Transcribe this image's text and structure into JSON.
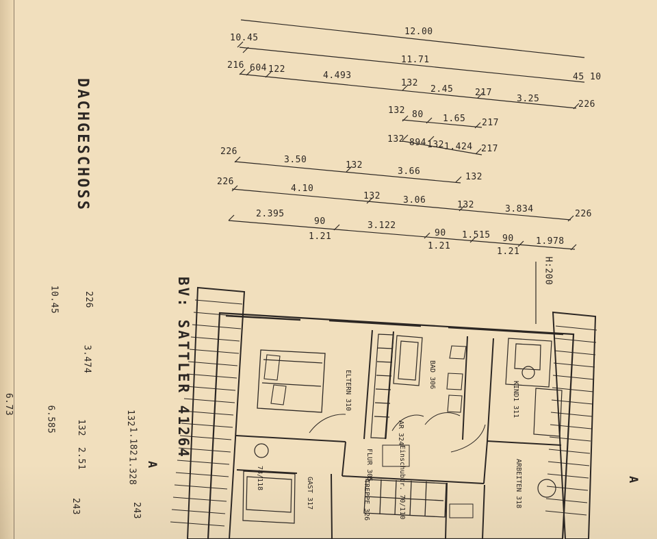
{
  "document": {
    "heading": "DACHGESCHOSS",
    "builder": "BV: SATTLER 41264",
    "height_label": "H:200"
  },
  "dimensions": {
    "row1": [
      "12.00"
    ],
    "row2": [
      "10.45",
      "11.71",
      "45 10"
    ],
    "row3": [
      "216",
      "604",
      "122",
      "4.493",
      "132",
      "2.45",
      "217",
      "3.25",
      "226"
    ],
    "row4": [
      "132",
      "80",
      "1.65",
      "217"
    ],
    "row5": [
      "132",
      "894",
      "132",
      "1.424",
      "217"
    ],
    "row6": [
      "226",
      "3.50",
      "132",
      "3.66",
      "132"
    ],
    "row7": [
      "226",
      "4.10",
      "132",
      "3.06",
      "132",
      "3.834",
      "226"
    ],
    "row8": [
      "2.395",
      "90",
      "3.122",
      "90",
      "1.515",
      "90",
      "1.978"
    ],
    "row9": [
      "1.21",
      "1.21",
      "1.21"
    ],
    "left_vertical": {
      "col1": [
        "10.45",
        "6.585"
      ],
      "col2": [
        "226",
        "3.474",
        "132",
        "2.51",
        "243"
      ],
      "col3": [
        "132",
        "1.182",
        "1.328",
        "243"
      ],
      "far_left": [
        "6.73"
      ]
    }
  },
  "rooms": {
    "eltern": "ELTERN 310",
    "bad": "BAD 306",
    "kind": "KIND1 311",
    "flur": "FLUR 305",
    "gast": "GAST 317",
    "treppe": "TREPPE 326",
    "arbeiten": "ARBEITEN 318",
    "ar": "AR 324",
    "einschub": "Einschubtr. 70/110",
    "storage": "78/118"
  },
  "markers": {
    "left_a": "A",
    "right_a": "A"
  }
}
